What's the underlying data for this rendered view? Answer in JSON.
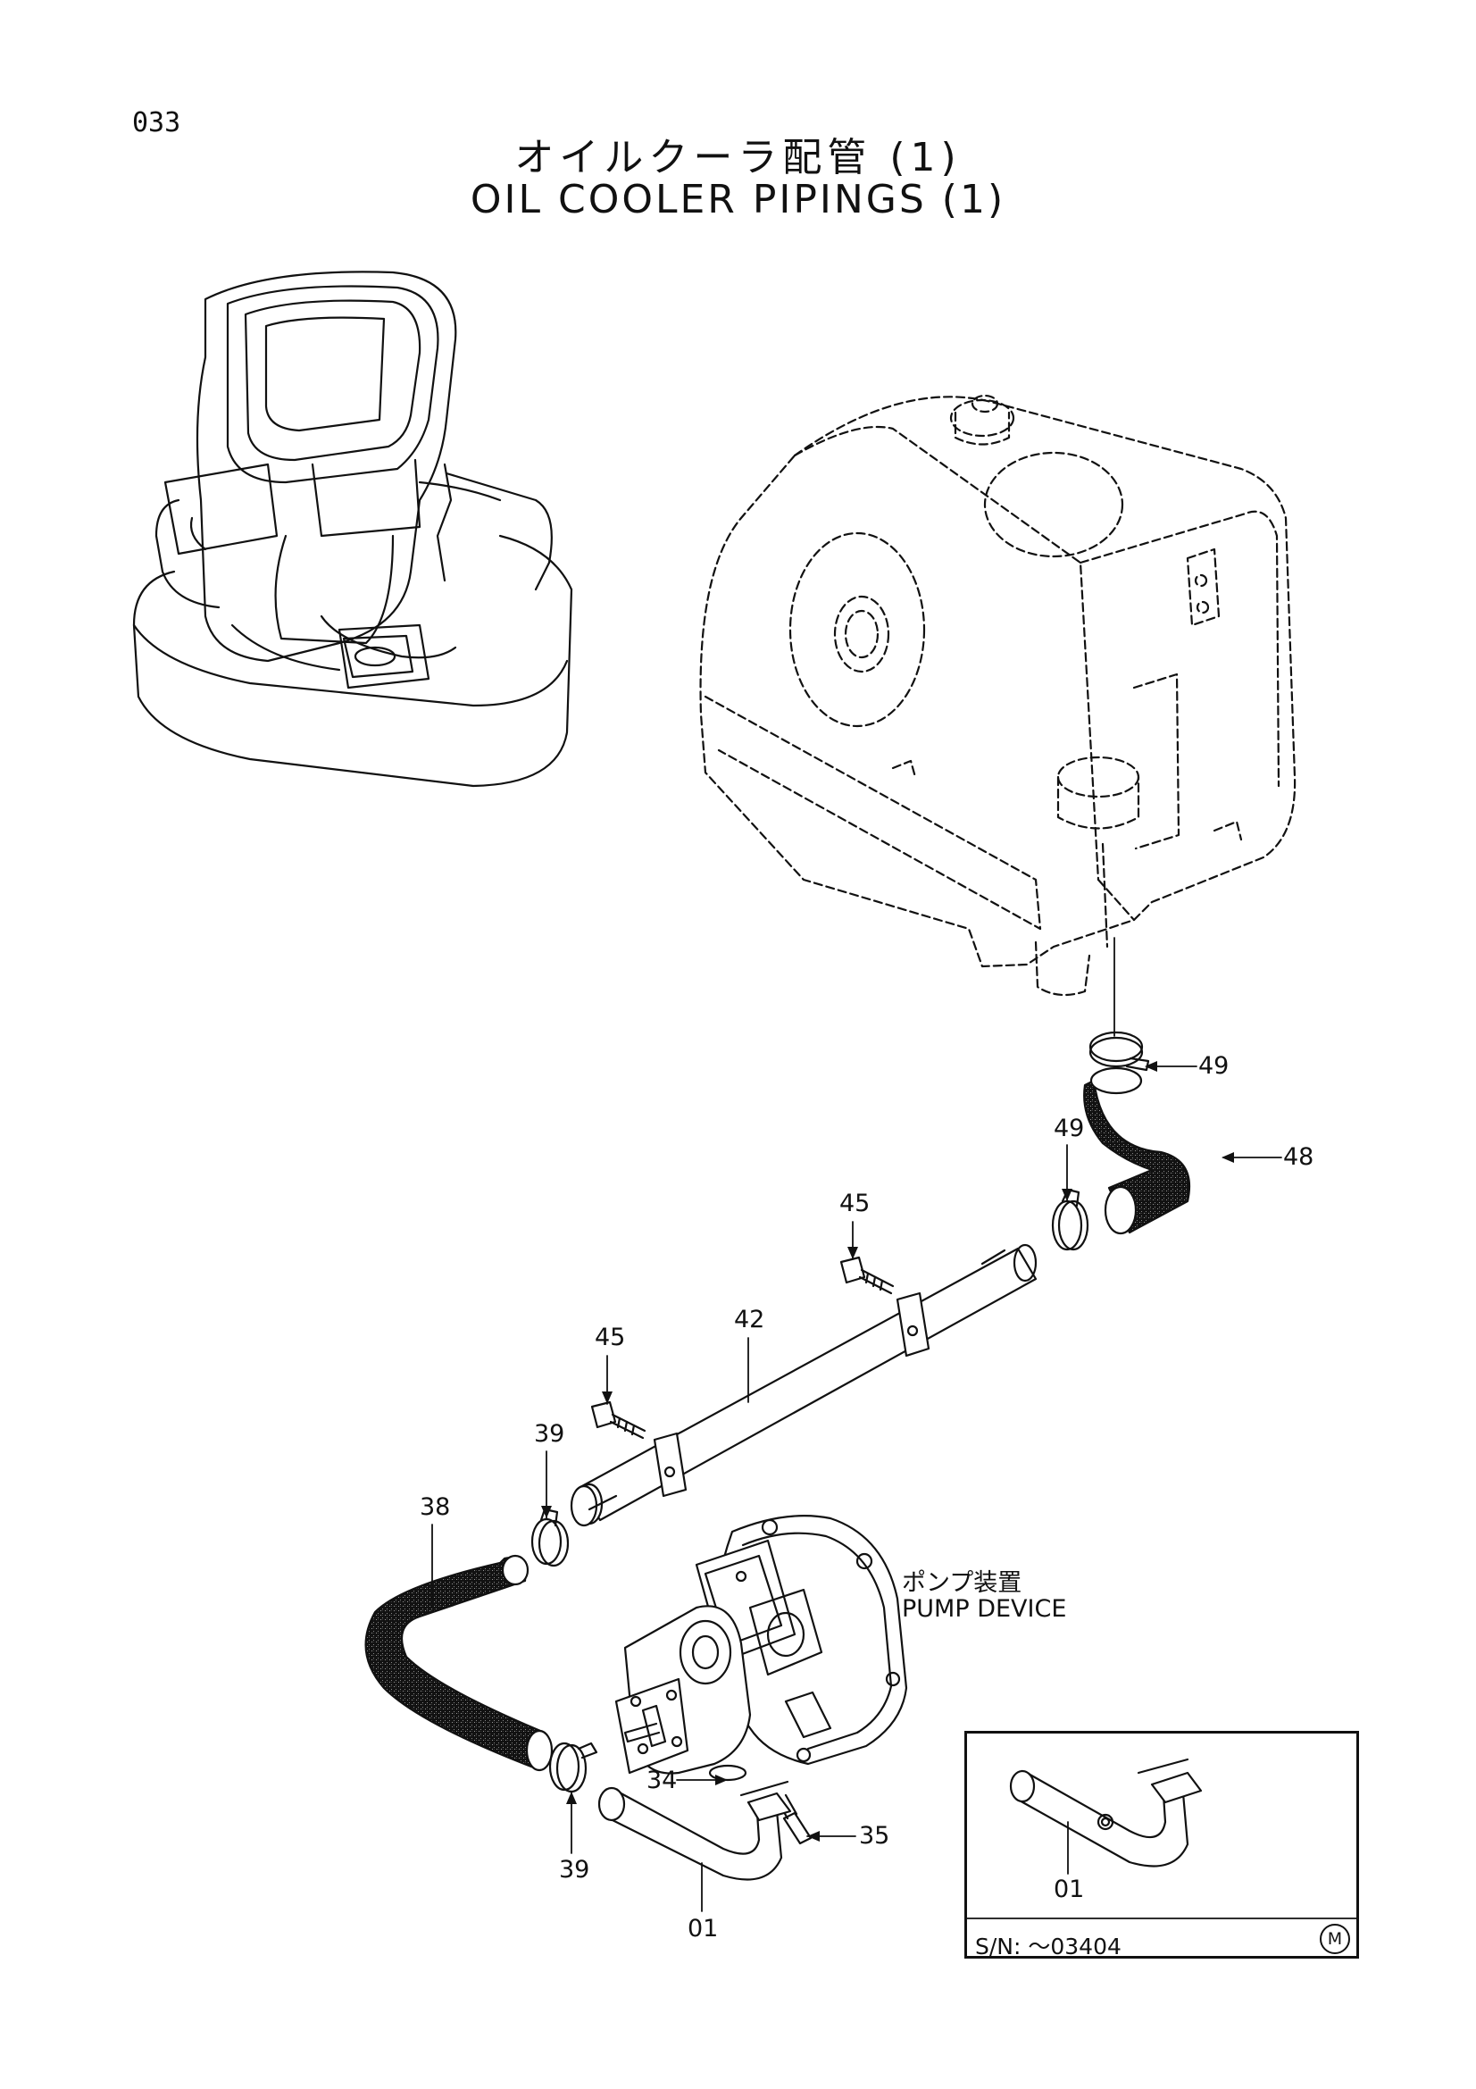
{
  "page_number": "033",
  "title_japanese": "オイルクーラ配管 (1)",
  "title_english": "OIL COOLER PIPINGS (1)",
  "pump_device": {
    "label_japanese": "ポンプ装置",
    "label_english": "PUMP DEVICE"
  },
  "inset": {
    "part_label": "01",
    "serial_note": "S/N: ～03404"
  },
  "callouts": {
    "c49_top": "49",
    "c48": "48",
    "c49_mid": "49",
    "c45_upper": "45",
    "c45_lower": "45",
    "c42": "42",
    "c39_upper": "39",
    "c38": "38",
    "c34": "34",
    "c35": "35",
    "c39_lower": "39",
    "c01": "01"
  },
  "corner_mark": "M"
}
